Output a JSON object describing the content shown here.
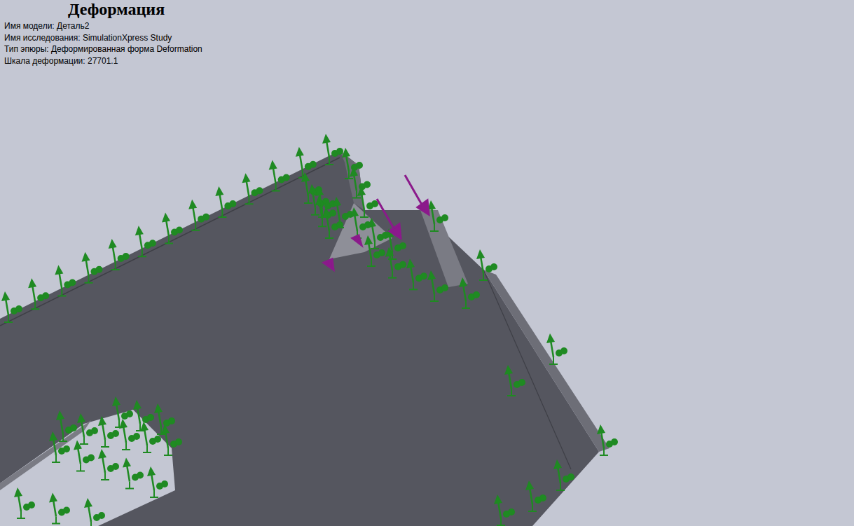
{
  "diagram": {
    "title": "Деформация",
    "labels": [
      "Имя модели: Деталь2",
      "Имя исследования: SimulationXpress Study",
      "Тип эпюры: Деформированная форма Deformation",
      "Шкала деформации: 27701.1"
    ]
  }
}
